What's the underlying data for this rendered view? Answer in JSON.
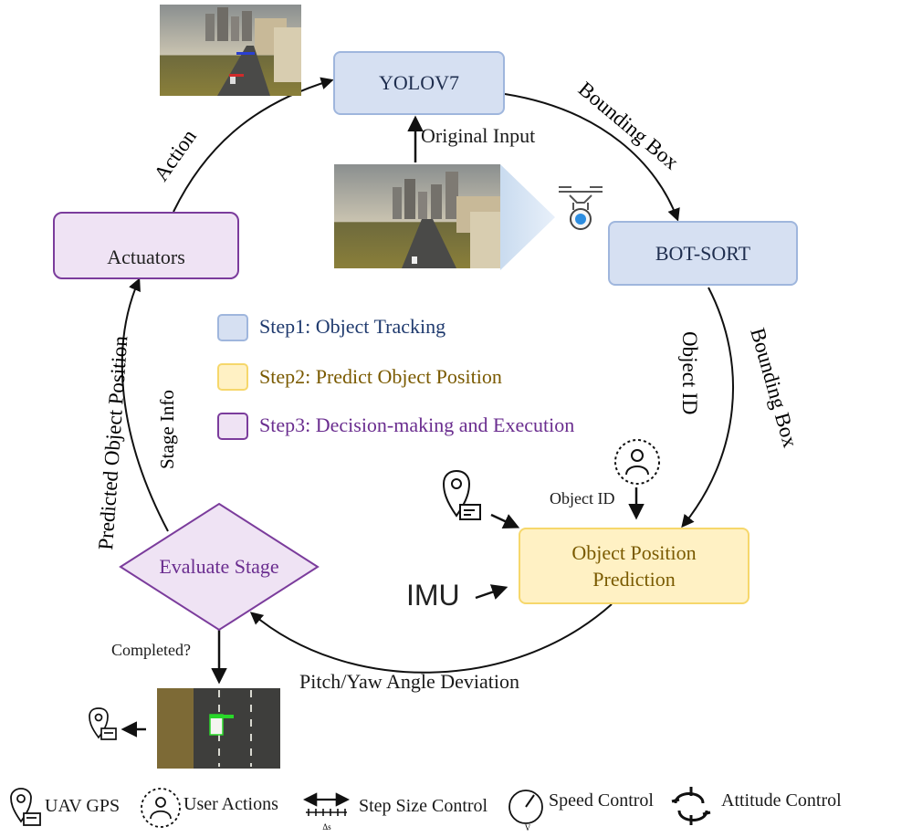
{
  "nodes": {
    "yolo": "YOLOV7",
    "botsort": "BOT-SORT",
    "actuators": "Actuators",
    "prediction_line1": "Object Position",
    "prediction_line2": "Prediction",
    "evaluate": "Evaluate Stage",
    "imu": "IMU"
  },
  "edges": {
    "original_input": "Original Input",
    "bounding_box_top": "Bounding Box",
    "object_id_vertical": "Object ID",
    "bounding_box_right": "Bounding Box",
    "object_id_small": "Object ID",
    "pitch_yaw": "Pitch/Yaw Angle Deviation",
    "completed": "Completed?",
    "predicted_position": "Predicted Object Position",
    "stage_info": "Stage Info",
    "action": "Action",
    "delta_s": "Δs",
    "v": "V"
  },
  "steps": [
    {
      "label": "Step1: Object Tracking",
      "color": "#1f3a6e",
      "fill": "#d6e0f2",
      "border": "#9fb6dd"
    },
    {
      "label": "Step2: Predict Object Position",
      "color": "#7a5a00",
      "fill": "#fff1c4",
      "border": "#f6d76b"
    },
    {
      "label": "Step3: Decision-making and Execution",
      "color": "#6a2d8f",
      "fill": "#efe3f4",
      "border": "#7b3c9c"
    }
  ],
  "legend": {
    "gps": "UAV GPS",
    "user": "User Actions",
    "step": "Step Size Control",
    "speed": "Speed Control",
    "attitude": "Attitude Control",
    "delta_s": "Δs",
    "v": "V"
  },
  "colors": {
    "blue_fill": "#d6e0f2",
    "yellow_fill": "#fff1c4",
    "purple_fill": "#efe3f4",
    "purple_text": "#6a2d8f"
  },
  "icons": [
    "map-pin-icon",
    "user-icon",
    "step-size-icon",
    "speedometer-icon",
    "attitude-icon",
    "drone-icon"
  ]
}
